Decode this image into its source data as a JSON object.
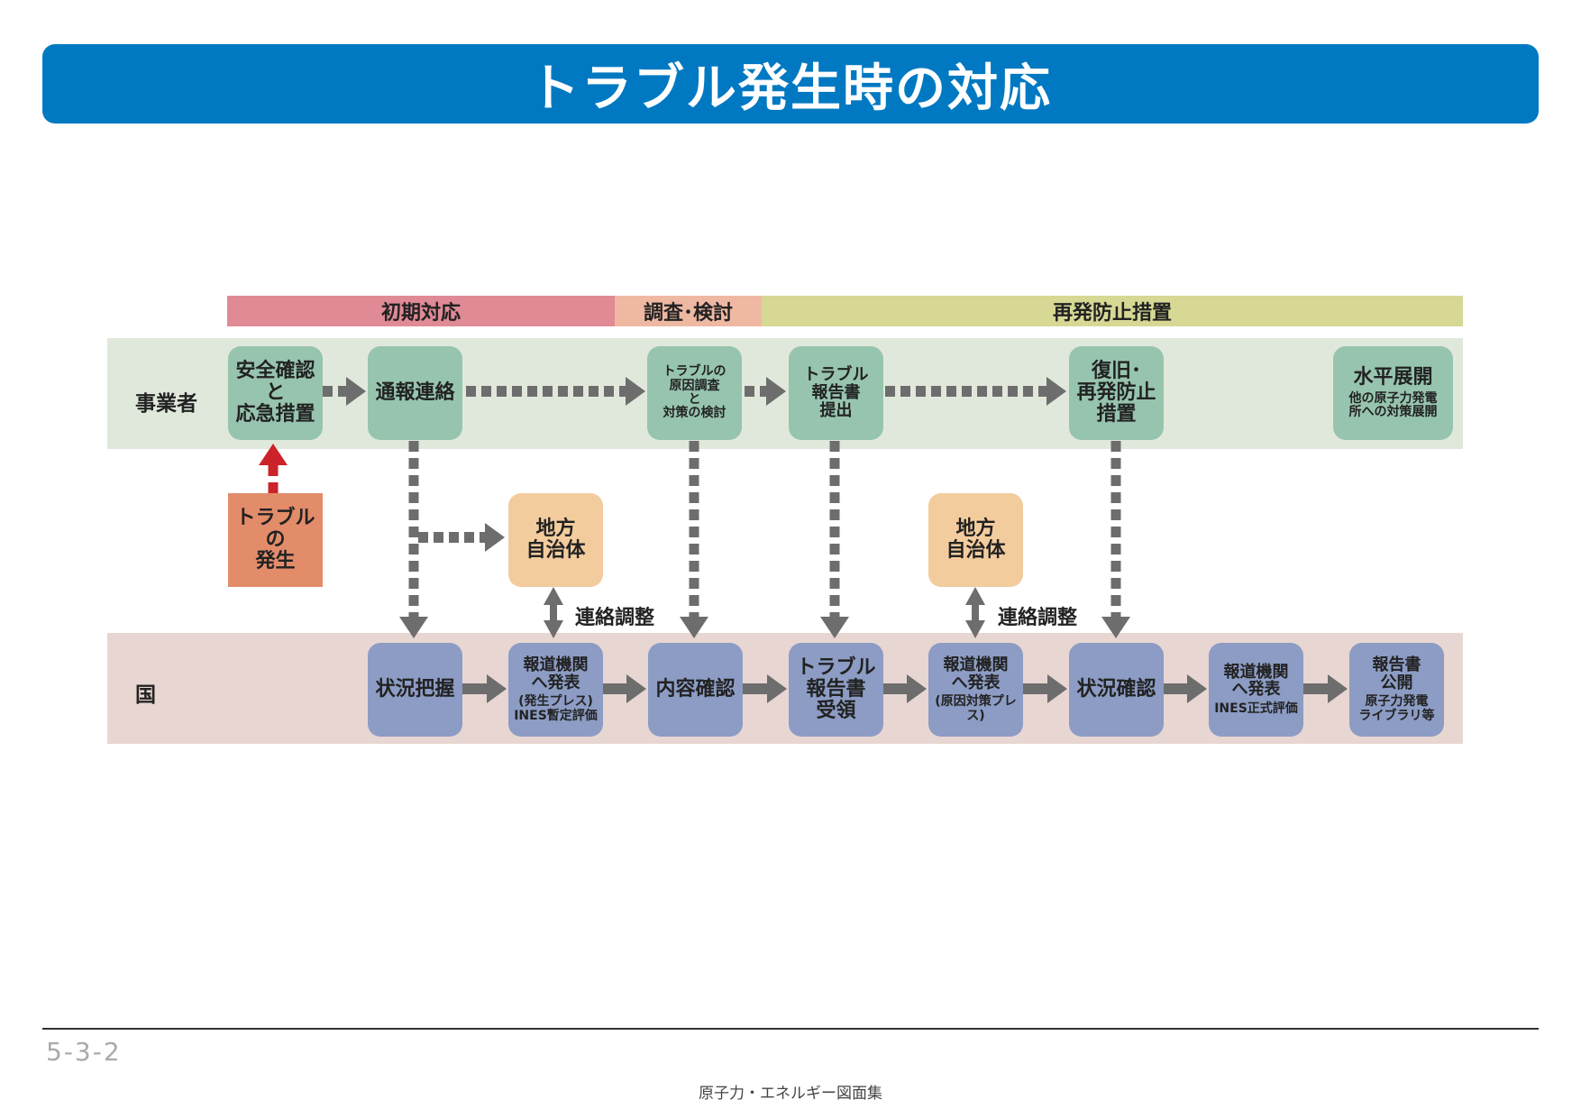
{
  "title": "トラブル発生時の対応",
  "phases": [
    "初期対応",
    "調査･検討",
    "再発防止措置"
  ],
  "lanes": {
    "operator": "事業者",
    "government": "国"
  },
  "operator_boxes": [
    {
      "lines": [
        "安全確認",
        "と",
        "応急措置"
      ]
    },
    {
      "lines": [
        "通報連絡"
      ]
    },
    {
      "lines": [
        "トラブルの",
        "原因調査",
        "と",
        "対策の検討"
      ]
    },
    {
      "lines": [
        "トラブル",
        "報告書",
        "提出"
      ]
    },
    {
      "lines": [
        "復旧･",
        "再発防止",
        "措置"
      ]
    },
    {
      "lines": [
        "水平展開"
      ],
      "sub": [
        "他の原子力発電",
        "所への対策展開"
      ]
    }
  ],
  "trouble_box": {
    "lines": [
      "トラブル",
      "の",
      "発生"
    ]
  },
  "local_gov_boxes": [
    {
      "lines": [
        "地方",
        "自治体"
      ]
    },
    {
      "lines": [
        "地方",
        "自治体"
      ]
    }
  ],
  "coordination_label": "連絡調整",
  "government_boxes": [
    {
      "lines": [
        "状況把握"
      ]
    },
    {
      "lines": [
        "報道機関",
        "へ発表"
      ],
      "sub": [
        "(発生プレス)",
        "INES暫定評価"
      ]
    },
    {
      "lines": [
        "内容確認"
      ]
    },
    {
      "lines": [
        "トラブル",
        "報告書",
        "受領"
      ]
    },
    {
      "lines": [
        "報道機関",
        "へ発表"
      ],
      "sub": [
        "(原因対策プレス)"
      ]
    },
    {
      "lines": [
        "状況確認"
      ]
    },
    {
      "lines": [
        "報道機関",
        "へ発表"
      ],
      "sub": [
        "INES正式評価"
      ]
    },
    {
      "lines": [
        "報告書",
        "公開"
      ],
      "sub": [
        "原子力発電",
        "ライブラリ等"
      ]
    }
  ],
  "footer": {
    "page_number": "5-3-2",
    "caption": "原子力・エネルギー図面集"
  },
  "colors": {
    "title": "#0079c2",
    "phase_initial": "#e08a96",
    "phase_investigation": "#efb8a3",
    "phase_prevention": "#d6d894",
    "operator_band": "#e0e8dc",
    "government_band": "#e8d6d2",
    "operator_box": "#97c4ae",
    "government_box": "#8c9cc4",
    "local_gov_box": "#f3cc9e",
    "trouble_box": "#e38c6a",
    "arrow": "#6d6d6d",
    "trouble_arrow": "#cc2229"
  }
}
